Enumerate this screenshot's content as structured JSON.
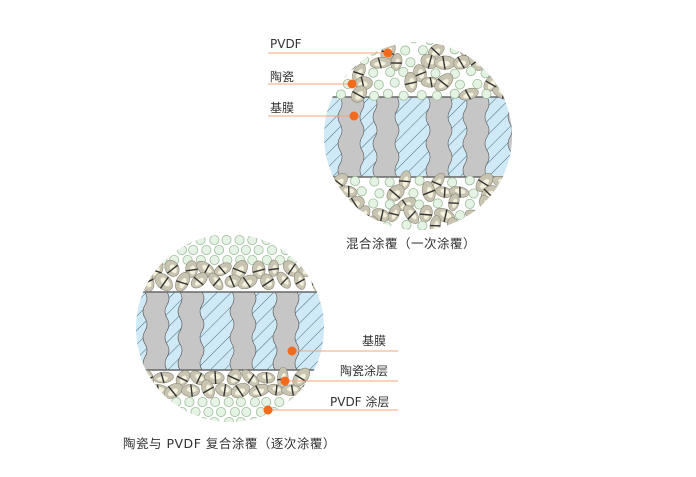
{
  "diagram_top": {
    "labels": {
      "pvdf": "PVDF",
      "ceramic": "陶瓷",
      "membrane": "基膜"
    },
    "caption": "混合涂覆（一次涂覆）"
  },
  "diagram_bottom": {
    "labels": {
      "membrane": "基膜",
      "ceramic": "陶瓷涂层",
      "pvdf": "PVDF 涂层"
    },
    "caption": "陶瓷与 PVDF 复合涂覆（逐次涂覆）"
  },
  "colors": {
    "leader": "#f4a37a",
    "dot": "#f26b1d",
    "membrane_gray": "#c6c6c6",
    "pore_blue": "#cfeaf6",
    "ceramic": "#c9c4b2",
    "pvdf": "#e5f3e4"
  }
}
